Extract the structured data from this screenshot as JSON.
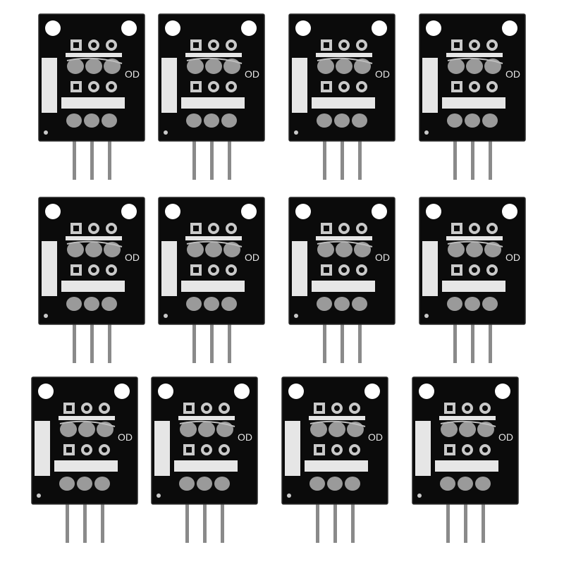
{
  "image": {
    "subject": "grid of twelve black sensor breakout boards with three header pins each",
    "rows": 3,
    "columns": 4,
    "module_count": 12
  },
  "module": {
    "silk_marking": "OD",
    "pin_count": 3
  },
  "colors": {
    "background": "#ffffff",
    "pcb": "#0b0b0b",
    "pcb_edge": "#2a2a2a",
    "silkscreen": "#e6e6e6",
    "pad": "#c9c9c9",
    "pin": "#8a8a8a",
    "solder": "#9a9a9a"
  }
}
